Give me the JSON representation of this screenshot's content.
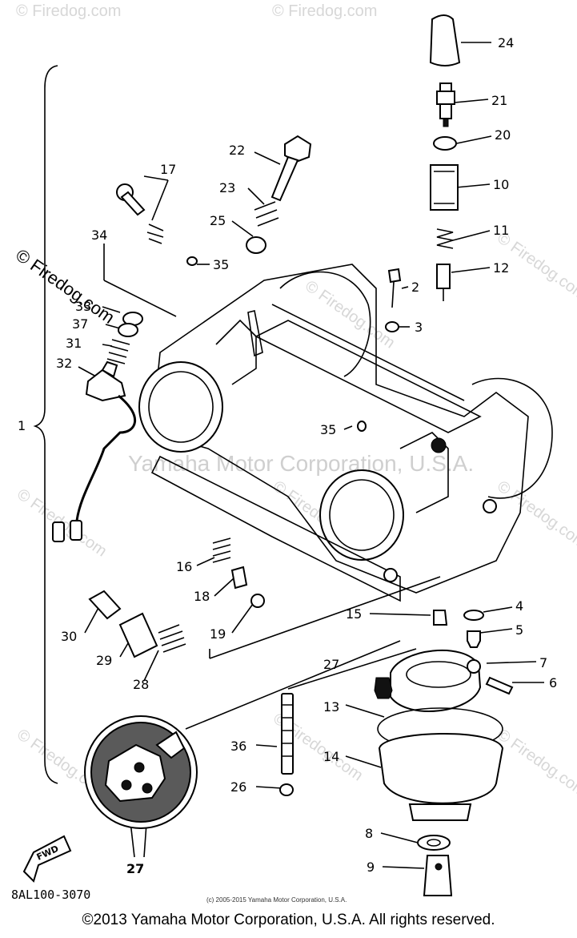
{
  "watermarks": {
    "site": "© Firedog.com",
    "center": "Yamaha Motor Corporation, U.S.A."
  },
  "diagram_code": "8AL100-3070",
  "small_copyright": "(c) 2005-2015 Yamaha Motor Corporation, U.S.A.",
  "footer_copyright": "©2013 Yamaha Motor Corporation, U.S.A. All rights reserved.",
  "fwd_label": "FWD",
  "callouts": {
    "c24": "24",
    "c21": "21",
    "c20": "20",
    "c10": "10",
    "c11": "11",
    "c12": "12",
    "c22": "22",
    "c23": "23",
    "c25": "25",
    "c17": "17",
    "c34": "34",
    "c35a": "35",
    "c33": "33",
    "c37": "37",
    "c31": "31",
    "c32": "32",
    "c1": "1",
    "c2": "2",
    "c3": "3",
    "c35b": "35",
    "c16": "16",
    "c18": "18",
    "c19": "19",
    "c30": "30",
    "c29": "29",
    "c28": "28",
    "c15": "15",
    "c4": "4",
    "c5": "5",
    "c7": "7",
    "c6": "6",
    "c27a": "27",
    "c13": "13",
    "c36": "36",
    "c14": "14",
    "c26": "26",
    "c8": "8",
    "c9": "9",
    "c27b": "27"
  }
}
